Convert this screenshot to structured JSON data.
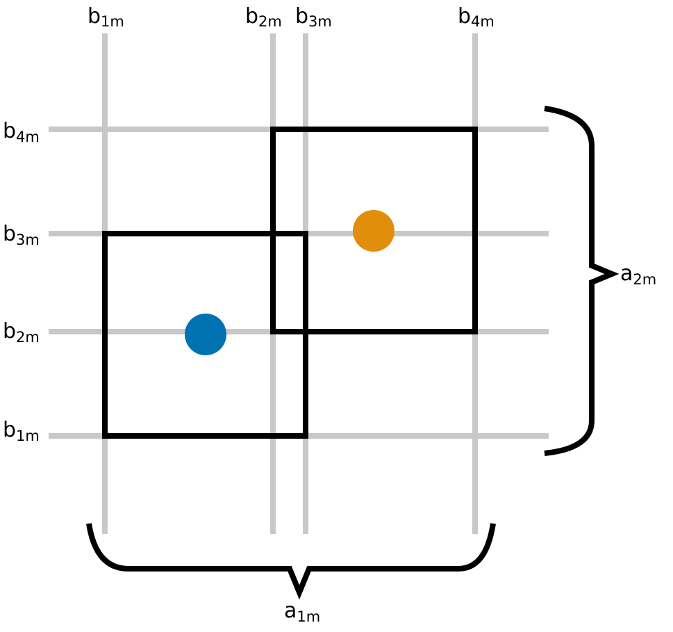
{
  "colors": {
    "grid": "#c8c8c8",
    "box": "#000000",
    "point_blue": "#0072b2",
    "point_orange": "#e08e0b",
    "brace": "#000000"
  },
  "top_labels": [
    {
      "base": "b",
      "sub": "1m"
    },
    {
      "base": "b",
      "sub": "2m"
    },
    {
      "base": "b",
      "sub": "3m"
    },
    {
      "base": "b",
      "sub": "4m"
    }
  ],
  "left_labels": [
    {
      "base": "b",
      "sub": "4m"
    },
    {
      "base": "b",
      "sub": "3m"
    },
    {
      "base": "b",
      "sub": "2m"
    },
    {
      "base": "b",
      "sub": "1m"
    }
  ],
  "bottom_brace_label": {
    "base": "a",
    "sub": "1m"
  },
  "right_brace_label": {
    "base": "a",
    "sub": "2m"
  }
}
